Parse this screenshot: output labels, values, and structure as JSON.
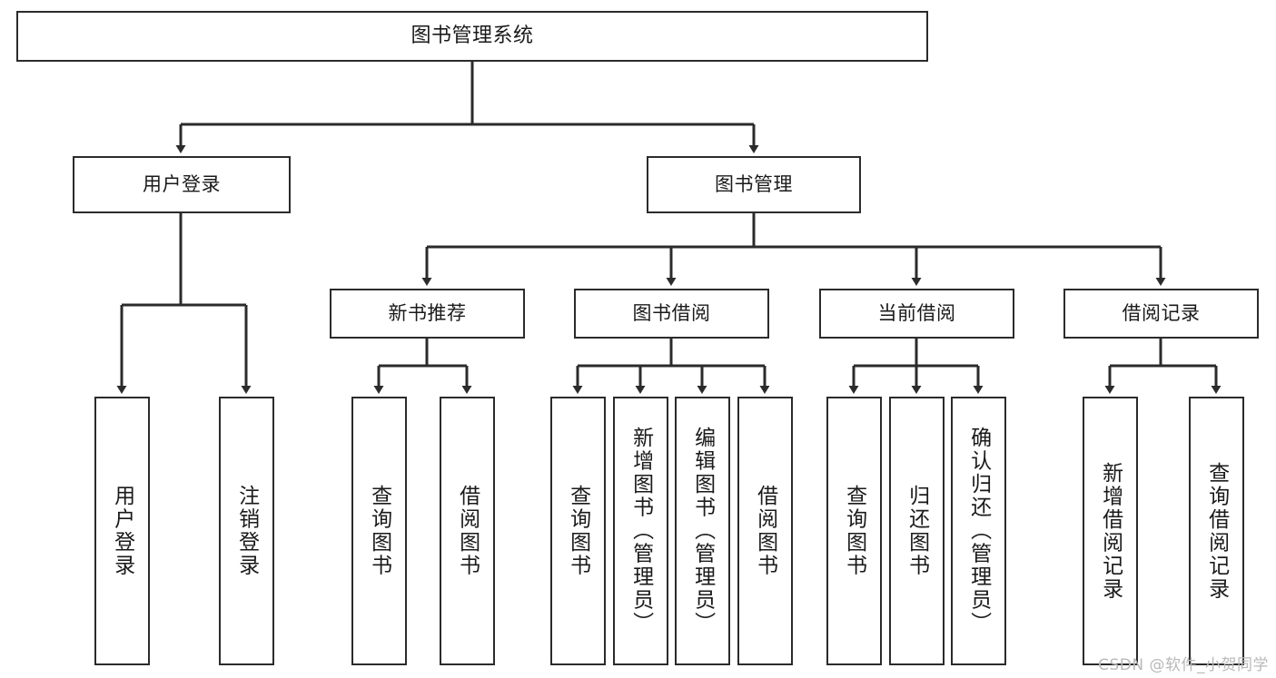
{
  "diagram": {
    "title": "图书管理系统",
    "type": "tree-hierarchy-chart",
    "colors": {
      "box_border": "#2b2b2b",
      "box_fill": "#ffffff",
      "connector": "#2b2b2b",
      "background": "#ffffff",
      "watermark": "#b9b9b9"
    },
    "watermark": "CSDN @软件_小贺同学",
    "nodes": {
      "root": {
        "label": "图书管理系统"
      },
      "level2": [
        {
          "label": "用户登录"
        },
        {
          "label": "图书管理"
        }
      ],
      "level3": [
        {
          "label": "新书推荐"
        },
        {
          "label": "图书借阅"
        },
        {
          "label": "当前借阅"
        },
        {
          "label": "借阅记录"
        }
      ],
      "leaves": {
        "user_login": [
          {
            "label": "用户登录"
          },
          {
            "label": "注销登录"
          }
        ],
        "new_book_recommend": [
          {
            "label": "查询图书"
          },
          {
            "label": "借阅图书"
          }
        ],
        "book_borrow": [
          {
            "label": "查询图书"
          },
          {
            "label": "新增图书（管理员）"
          },
          {
            "label": "编辑图书（管理员）"
          },
          {
            "label": "借阅图书"
          }
        ],
        "current_borrow": [
          {
            "label": "查询图书"
          },
          {
            "label": "归还图书"
          },
          {
            "label": "确认归还（管理员）"
          }
        ],
        "borrow_record": [
          {
            "label": "新增借阅记录"
          },
          {
            "label": "查询借阅记录"
          }
        ]
      }
    }
  }
}
